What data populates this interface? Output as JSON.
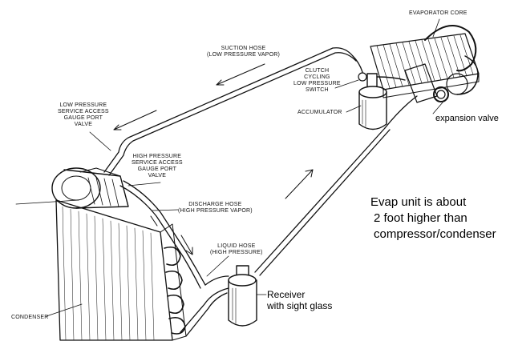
{
  "labels": {
    "evaporator_core": "EVAPORATOR CORE",
    "suction_hose": [
      "SUCTION HOSE",
      "(LOW PRESSURE VAPOR)"
    ],
    "clutch_switch": [
      "CLUTCH",
      "CYCLING",
      "LOW PRESSURE",
      "SWITCH"
    ],
    "accumulator": "ACCUMULATOR",
    "expansion_valve": "expansion valve",
    "low_pressure_port": [
      "LOW PRESSURE",
      "SERVICE ACCESS",
      "GAUGE PORT",
      "VALVE"
    ],
    "high_pressure_port": [
      "HIGH PRESSURE",
      "SERVICE ACCESS",
      "GAUGE PORT",
      "VALVE"
    ],
    "discharge_hose": [
      "DISCHARGE HOSE",
      "(HIGH PRESSURE VAPOR)"
    ],
    "liquid_hose": [
      "LIQUID HOSE",
      "(HIGH PRESSURE)"
    ],
    "condenser": "CONDENSER",
    "receiver": [
      "Receiver",
      "with sight glass"
    ]
  },
  "note": [
    "Evap unit is about",
    "2 foot higher than",
    "compressor/condenser"
  ]
}
